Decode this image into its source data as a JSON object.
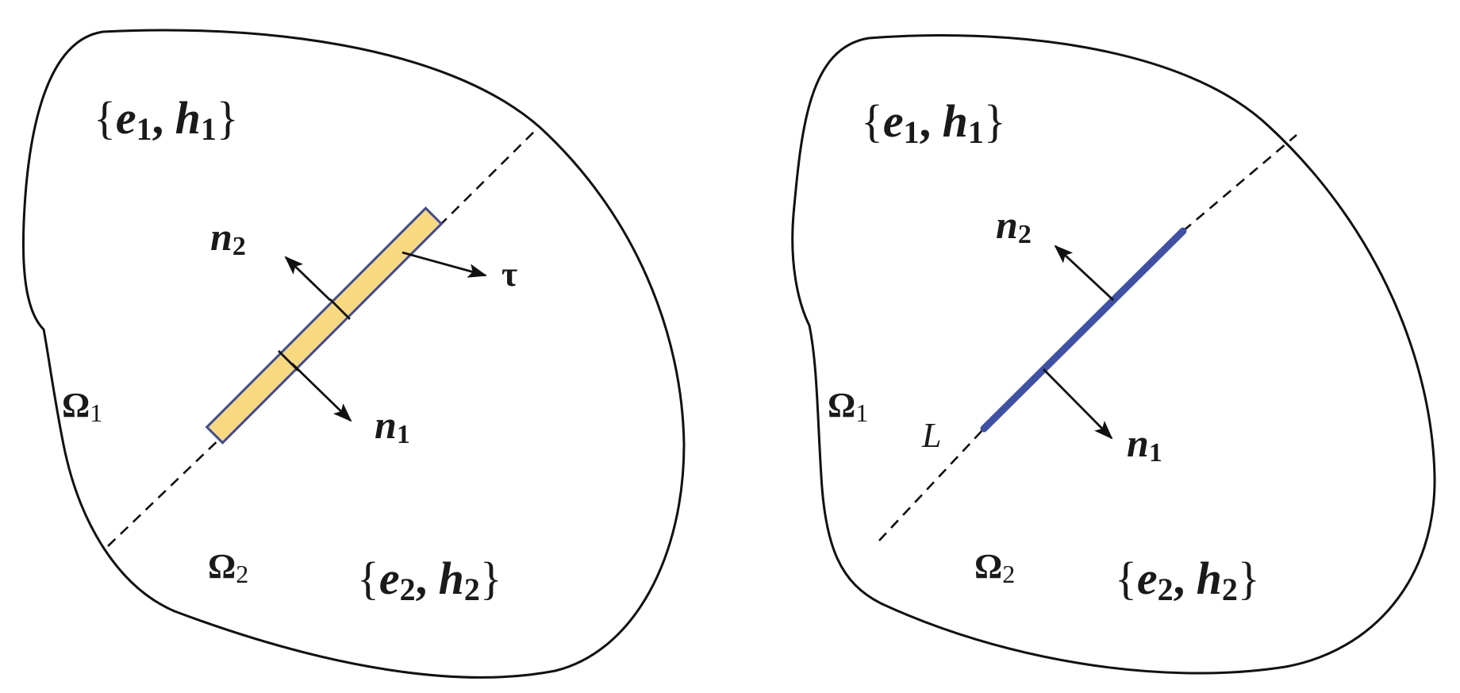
{
  "colors": {
    "strip_fill": "#f8d880",
    "strip_edge": "#3e4c96",
    "crack": "#3f51a5",
    "line": "#111111"
  },
  "left_panel": {
    "field_top": {
      "open": "{",
      "e": "e",
      "e_sub": "1",
      "sep": ", ",
      "h": "h",
      "h_sub": "1",
      "close": "}"
    },
    "field_bottom": {
      "open": "{",
      "e": "e",
      "e_sub": "2",
      "sep": ", ",
      "h": "h",
      "h_sub": "2",
      "close": "}"
    },
    "region_1": {
      "sym": "Ω",
      "sub": "1"
    },
    "region_2": {
      "sym": "Ω",
      "sub": "2"
    },
    "normal_up": {
      "sym": "n",
      "sub": "2"
    },
    "normal_down": {
      "sym": "n",
      "sub": "1"
    },
    "tangent": "τ"
  },
  "right_panel": {
    "field_top": {
      "open": "{",
      "e": "e",
      "e_sub": "1",
      "sep": ", ",
      "h": "h",
      "h_sub": "1",
      "close": "}"
    },
    "field_bottom": {
      "open": "{",
      "e": "e",
      "e_sub": "2",
      "sep": ", ",
      "h": "h",
      "h_sub": "2",
      "close": "}"
    },
    "region_1": {
      "sym": "Ω",
      "sub": "1"
    },
    "region_2": {
      "sym": "Ω",
      "sub": "2"
    },
    "normal_up": {
      "sym": "n",
      "sub": "2"
    },
    "normal_down": {
      "sym": "n",
      "sub": "1"
    },
    "crack_label": "L"
  }
}
